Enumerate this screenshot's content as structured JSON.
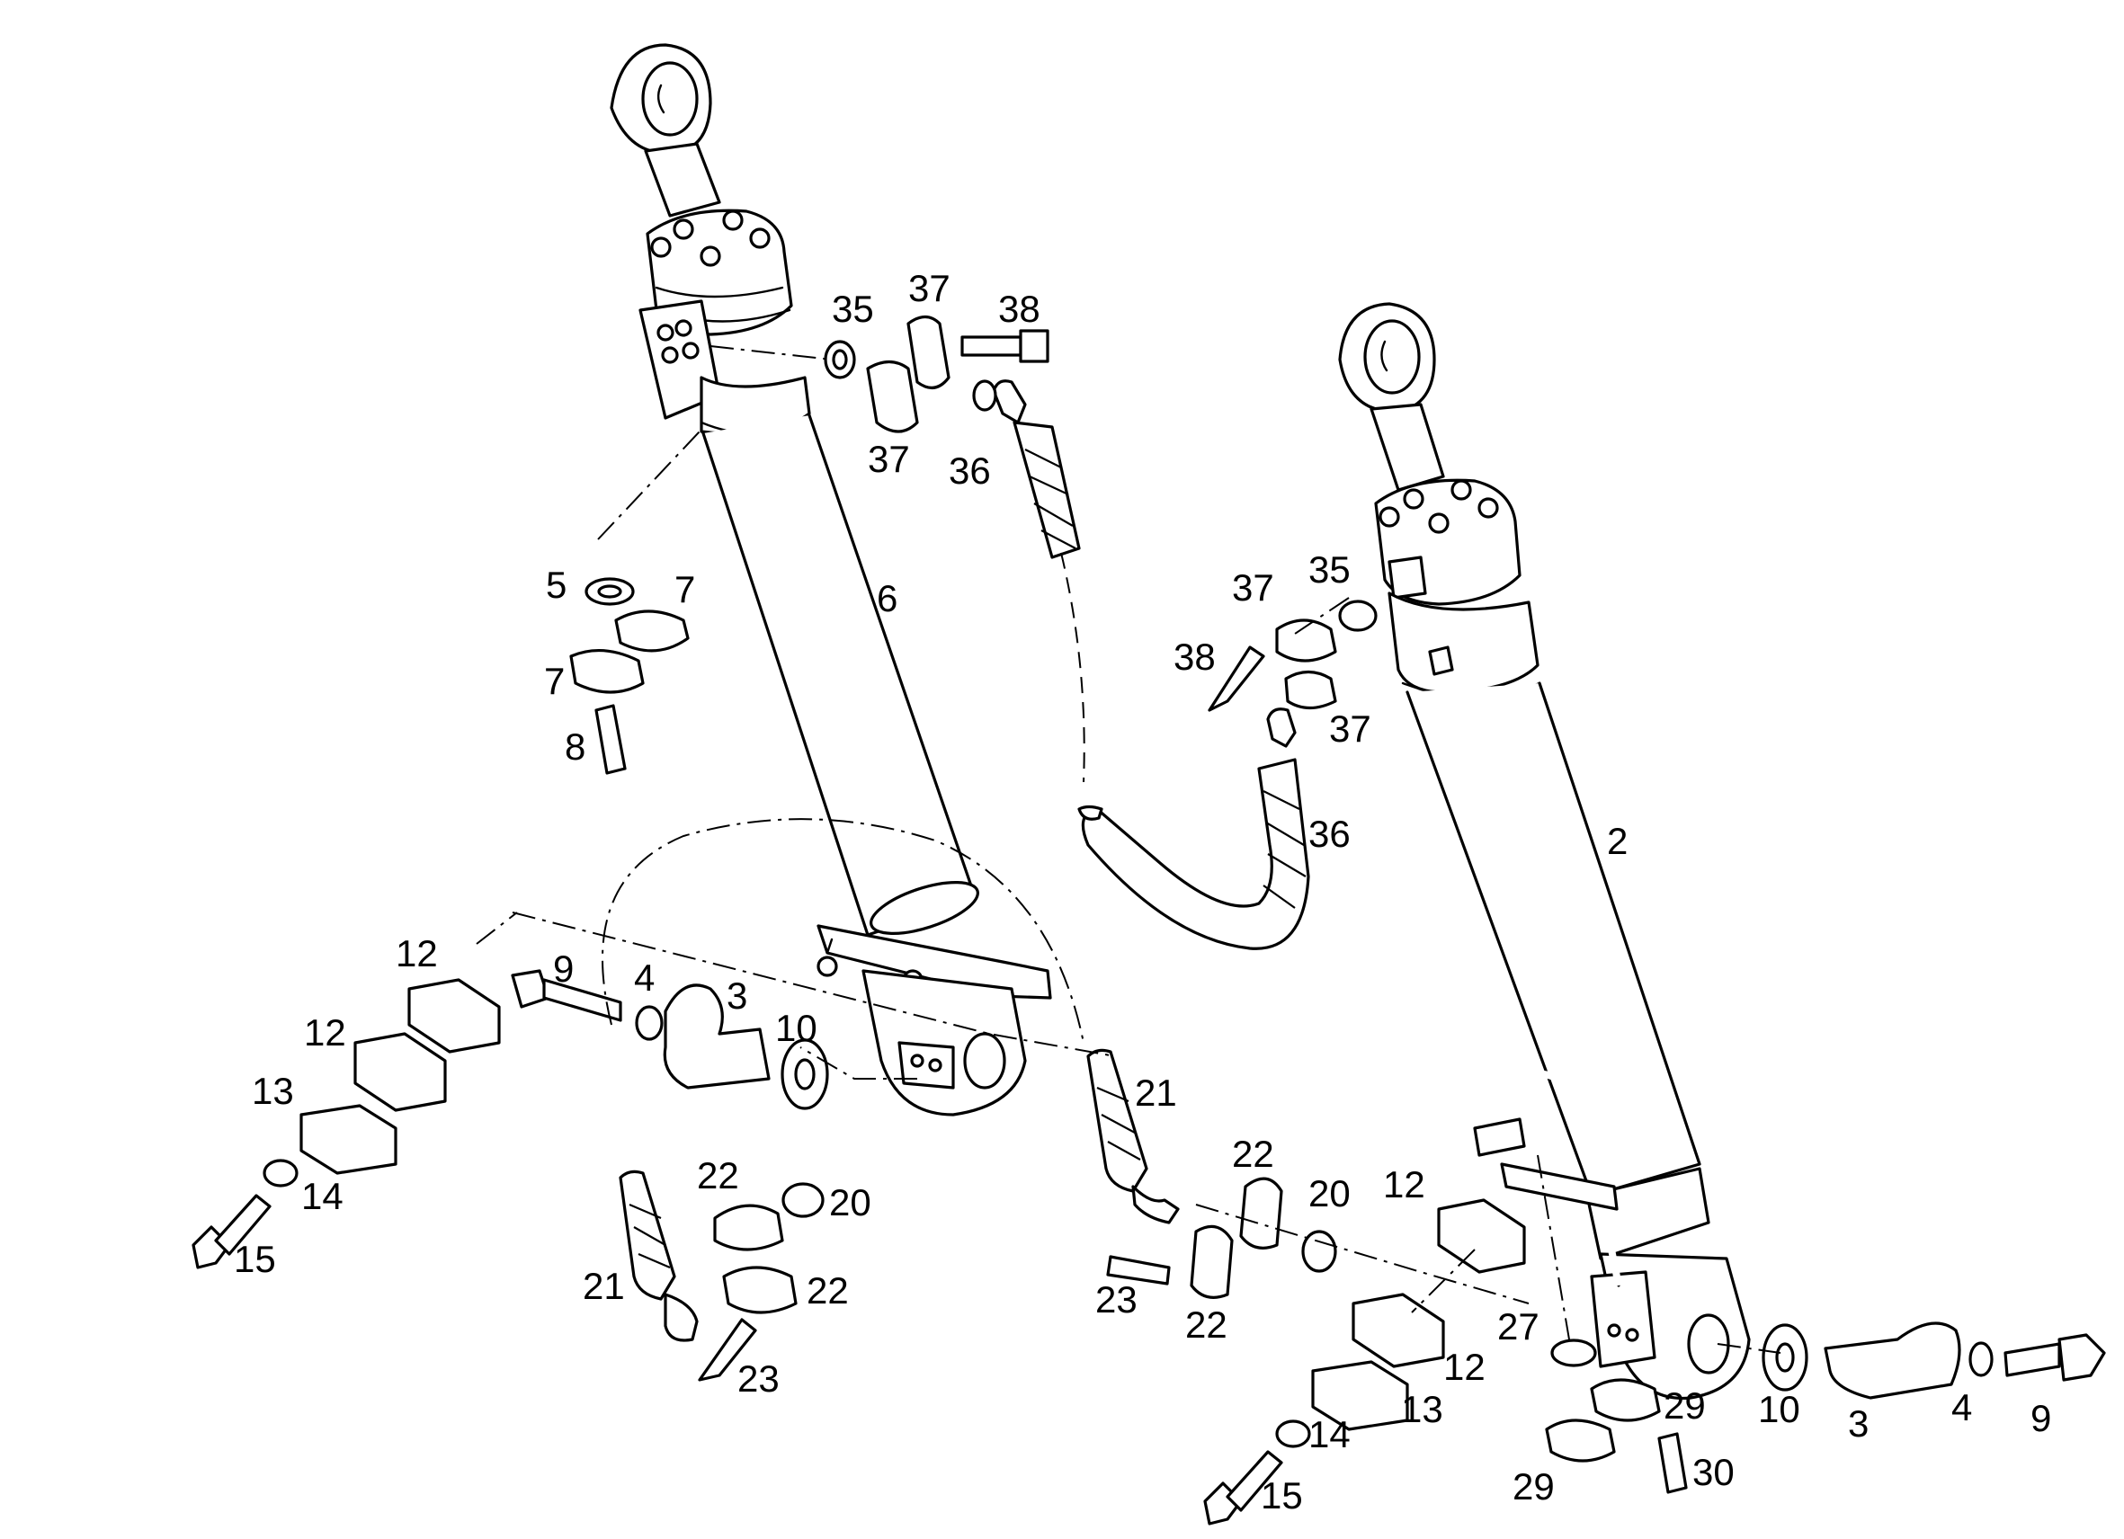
{
  "callouts": [
    {
      "label": "35"
    },
    {
      "label": "37"
    },
    {
      "label": "38"
    },
    {
      "label": "37"
    },
    {
      "label": "36"
    },
    {
      "label": "5"
    },
    {
      "label": "7"
    },
    {
      "label": "7"
    },
    {
      "label": "8"
    },
    {
      "label": "6"
    },
    {
      "label": "12"
    },
    {
      "label": "12"
    },
    {
      "label": "13"
    },
    {
      "label": "14"
    },
    {
      "label": "15"
    },
    {
      "label": "9"
    },
    {
      "label": "4"
    },
    {
      "label": "3"
    },
    {
      "label": "10"
    },
    {
      "label": "22"
    },
    {
      "label": "20"
    },
    {
      "label": "21"
    },
    {
      "label": "22"
    },
    {
      "label": "23"
    },
    {
      "label": "37"
    },
    {
      "label": "35"
    },
    {
      "label": "38"
    },
    {
      "label": "37"
    },
    {
      "label": "36"
    },
    {
      "label": "2"
    },
    {
      "label": "21"
    },
    {
      "label": "22"
    },
    {
      "label": "20"
    },
    {
      "label": "23"
    },
    {
      "label": "22"
    },
    {
      "label": "12"
    },
    {
      "label": "27"
    },
    {
      "label": "12"
    },
    {
      "label": "14"
    },
    {
      "label": "13"
    },
    {
      "label": "29"
    },
    {
      "label": "10"
    },
    {
      "label": "3"
    },
    {
      "label": "4"
    },
    {
      "label": "9"
    },
    {
      "label": "29"
    },
    {
      "label": "30"
    },
    {
      "label": "15"
    }
  ]
}
